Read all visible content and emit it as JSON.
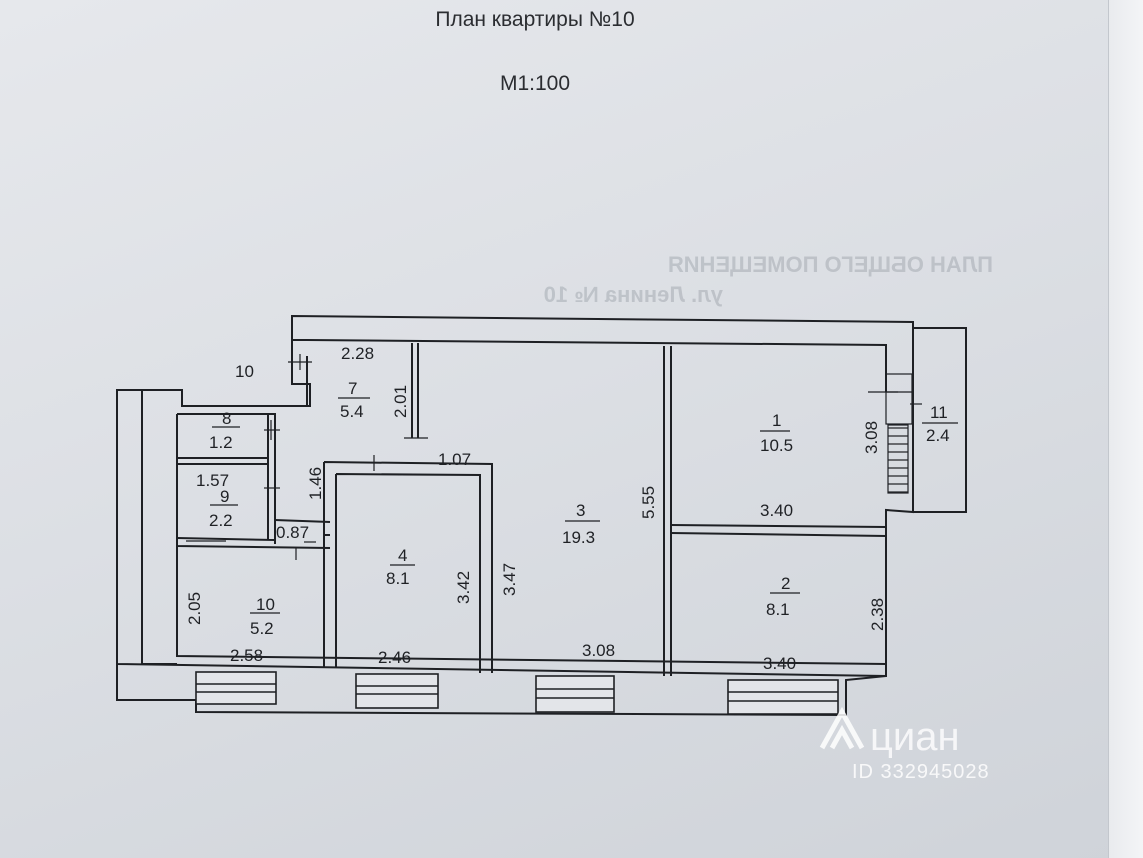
{
  "header": {
    "title": "План квартиры №10",
    "scale": "М1:100"
  },
  "rooms": [
    {
      "number": "1",
      "area": "10.5"
    },
    {
      "number": "2",
      "area": "8.1"
    },
    {
      "number": "3",
      "area": "19.3"
    },
    {
      "number": "4",
      "area": "8.1"
    },
    {
      "number": "7",
      "area": "5.4"
    },
    {
      "number": "8",
      "area": "1.2"
    },
    {
      "number": "9",
      "area": "2.2"
    },
    {
      "number": "10",
      "area": "5.2"
    },
    {
      "number": "11",
      "area": "2.4"
    }
  ],
  "dimensions": {
    "d_2_28": "2.28",
    "d_2_01": "2.01",
    "d_1_07": "1.07",
    "d_1_57": "1.57",
    "d_1_46": "1.46",
    "d_0_87": "0.87",
    "d_3_42": "3.42",
    "d_3_47": "3.47",
    "d_5_55": "5.55",
    "d_3_08_right": "3.08",
    "d_3_40_top": "3.40",
    "d_2_05": "2.05",
    "d_2_58": "2.58",
    "d_2_46": "2.46",
    "d_3_08_bottom": "3.08",
    "d_3_40_bottom": "3.40",
    "d_2_38": "2.38"
  },
  "corridor_label": "10",
  "watermark": {
    "brand": "циан",
    "id": "ID 332945028"
  },
  "show_through_text": {
    "line1": "ПЛАН ОБЩЕГО ПОМЕЩЕНИЯ",
    "line2": "ул. Ленина № 10"
  }
}
